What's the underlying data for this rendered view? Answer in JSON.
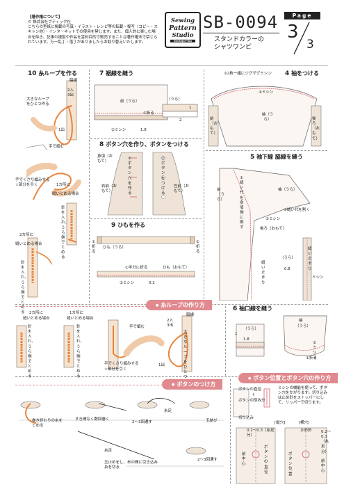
{
  "copyright": {
    "heading": "【著作権について】",
    "company": "© 株式会社ブティック社",
    "body": "こちらの型紙に掲載の写真・イラスト・レシピ等の転載・複写（コピー・スキャン他）・インターネットでの使用を禁じます。また、個人的に楽しむ場合を除き、記事の複製や作品を営利目的で販売することは著作権法で禁じられています。万一乱丁・落丁がありましたらお取り替えいたします。"
  },
  "logo": {
    "line1": "Sewing",
    "line2": "Pattern",
    "line3": "Studio",
    "sub": "Boutique-sha"
  },
  "header": {
    "code": "SB-0094",
    "title_line1": "スタンドカラーの",
    "title_line2": "シャツワンピ",
    "page_label": "Page",
    "page_current": "3",
    "page_total": "3"
  },
  "s10": {
    "title_num": "10",
    "title": "糸ループを作る",
    "l1": "2入",
    "l2": "3出",
    "l3": "脇線",
    "l4": "1出",
    "l5": "大きなループをひとつ作る",
    "l6": "手で編む",
    "l7": "手でくさり編みする",
    "l8": "☆部分を引く",
    "l9": "1カ所に",
    "l10": "縫いとめる場合",
    "l11": "針を入れ、うら側でとめる",
    "l12": "2カ所に",
    "l13": "縫いとめる場合",
    "l14": "針を入れ、うら側でとめる"
  },
  "s7": {
    "title_num": "7",
    "title": "裾線を縫う",
    "front": "前（うら）",
    "ura": "（うら）",
    "fold1": "①折る",
    "n1": "1",
    "n2": "2",
    "machine": "②ミシン",
    "m18": "1.8"
  },
  "s8": {
    "title_num": "8",
    "title": "ボタン穴を作り、ボタンをつける",
    "hole": "①ボタン穴を作る",
    "button": "②ボタンをつける",
    "migi_omote": "右前（おもて）",
    "hidari_omote": "左前（おもて）",
    "migi_side": "身頃（おもて）"
  },
  "s9": {
    "title_num": "9",
    "title": "ひもを作る",
    "fold": "①折る",
    "himo_ura": "ひも（うら）",
    "fold2": "①折る",
    "half": "①半分に折る",
    "himo_omote": "ひも（おもて）",
    "machine": "②ミシン",
    "m02": "0.2"
  },
  "s4": {
    "title_num": "4",
    "title": "袖をつける",
    "zigzag": "②2枚一緒にジグザグミシン",
    "machine": "①ミシン",
    "sode": "袖（うら）",
    "front": "前（おもて）",
    "back": "後ろ（おもて）"
  },
  "s5": {
    "title_num": "5",
    "title": "袖下線 脇線を縫う",
    "t1": "①縫い代を身頃側に倒す",
    "t2": "袖（うら）",
    "t3": "③縫い代を割く",
    "t4": "前（うら）",
    "t5": "②ミシン",
    "t6": "後ろ（おもて）",
    "t7": "縫い止まり",
    "t8": "縫い止まり",
    "t9": "（うら）",
    "t10": "0.8",
    "t11": "ミシン"
  },
  "s6": {
    "title_num": "6",
    "title": "袖口線を縫う",
    "sode": "袖",
    "sode_ura": "（うら）",
    "ura": "（うら）",
    "n1": "1",
    "m18": "1.8",
    "fold": "①折る",
    "machine": "②ミシン"
  },
  "loop": {
    "banner": "糸ループの作り方",
    "a1": "2カ所に",
    "a2": "縫いとめる場合",
    "a3": "針を入れ、うら側でとめる",
    "b1": "1カ所に",
    "b2": "縫いとめる場合",
    "b3": "針を入れ、うら側でとめる",
    "c1": "手で編む",
    "d1": "2入",
    "d2": "3出",
    "d3": "1出",
    "d4": "脇線",
    "d5": "大きなループをひとつ作る",
    "e1": "手でくさり編みする",
    "e2": "☆部分を引く"
  },
  "btn": {
    "banner": "ボタンのつけ方",
    "b1": "巻き終わりの糸をとめる",
    "b2": "すき間なく数回巻く",
    "b3": "2〜3回通す",
    "b4": "糸足",
    "b5": "玉結び",
    "b6": "糸足",
    "b7": "玉止めをし、布の間に引き込み糸を切る",
    "b8": "2〜3回通す"
  },
  "pos": {
    "banner": "ボタン位置とボタン穴の作り方",
    "p1": "ボタンの直径",
    "p2": "＋",
    "p3": "ボタンの厚み分",
    "p4": "ミシンの機能を使って、ボタン穴をかがります。切り込みは止め針をストッパーにして、リッパーで切ります。",
    "p5": "切り込み",
    "p6": "[縦穴]",
    "p7": "[横穴]",
    "p8": "0.2〜0.3（糸足分）",
    "p9": "前中心",
    "p10": "ボタンの直径",
    "p11": "ボタン位置",
    "p12": "0.2〜0.3（糸足分）",
    "p13": "前中心",
    "p14": "止め針"
  }
}
